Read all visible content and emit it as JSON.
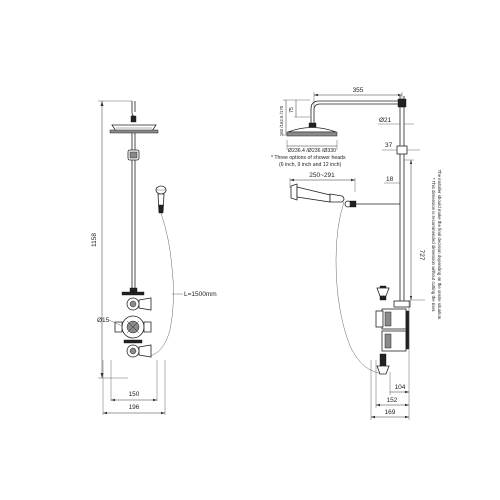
{
  "front_view": {
    "overall_height": "1158",
    "hose_length": "L=1500mm",
    "diameter": "Ø15",
    "valve_centres": "150",
    "overall_width": "196"
  },
  "side_view": {
    "arm_projection": "355",
    "head_drop": "160 /162.5 /170",
    "arm_offset": "75",
    "riser_diameter": "Ø21",
    "head_sizes": "Ø236.4 /Ø236 /Ø330",
    "head_note_line1": "* Three options of shower heads",
    "head_note_line2": "(6 inch, 9 inch and 12 inch)",
    "handset_range": "250~291",
    "dim_37": "37",
    "dim_18": "18",
    "dim_727": "727",
    "dim_104": "104",
    "dim_152": "152",
    "dim_169": "169",
    "note_line1": "* This dimension is recommended dimension without cutting the riser.",
    "note_line2": "The installer should make the final decision depending on the onsite situation."
  }
}
